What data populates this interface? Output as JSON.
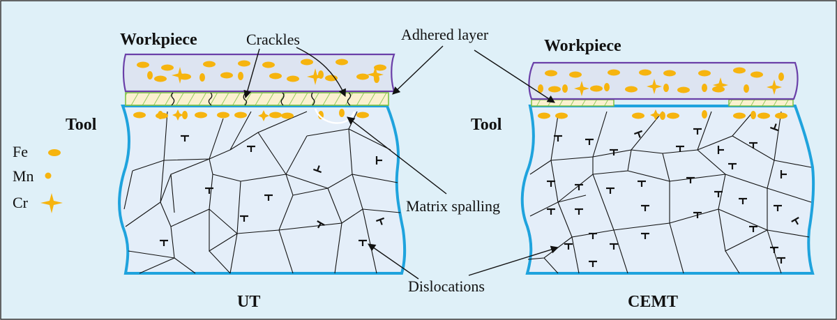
{
  "colors": {
    "background": "#dff0f8",
    "tool_outline": "#1fa3dd",
    "tool_fill": "#e4eef9",
    "workpiece_fill": "#dde4f1",
    "workpiece_outline": "#6a3fa8",
    "adhered_fill": "#fbf1cf",
    "adhered_outline": "#7cc043",
    "particle": "#f6b40f",
    "grain_line": "#111111"
  },
  "legend": {
    "fe": "Fe",
    "mn": "Mn",
    "cr": "Cr"
  },
  "left_panel": {
    "workpiece_label": "Workpiece",
    "tool_label": "Tool",
    "caption": "UT"
  },
  "right_panel": {
    "workpiece_label": "Workpiece",
    "tool_label": "Tool",
    "caption": "CEMT"
  },
  "annotations": {
    "crackles": "Crackles",
    "adhered_layer": "Adhered layer",
    "matrix_spalling": "Matrix spalling",
    "dislocations": "Dislocations"
  },
  "icons": {
    "fe_marker": "ellipse",
    "mn_marker": "dot",
    "cr_marker": "four-point-star",
    "dislocation_marker": "t-symbol"
  }
}
